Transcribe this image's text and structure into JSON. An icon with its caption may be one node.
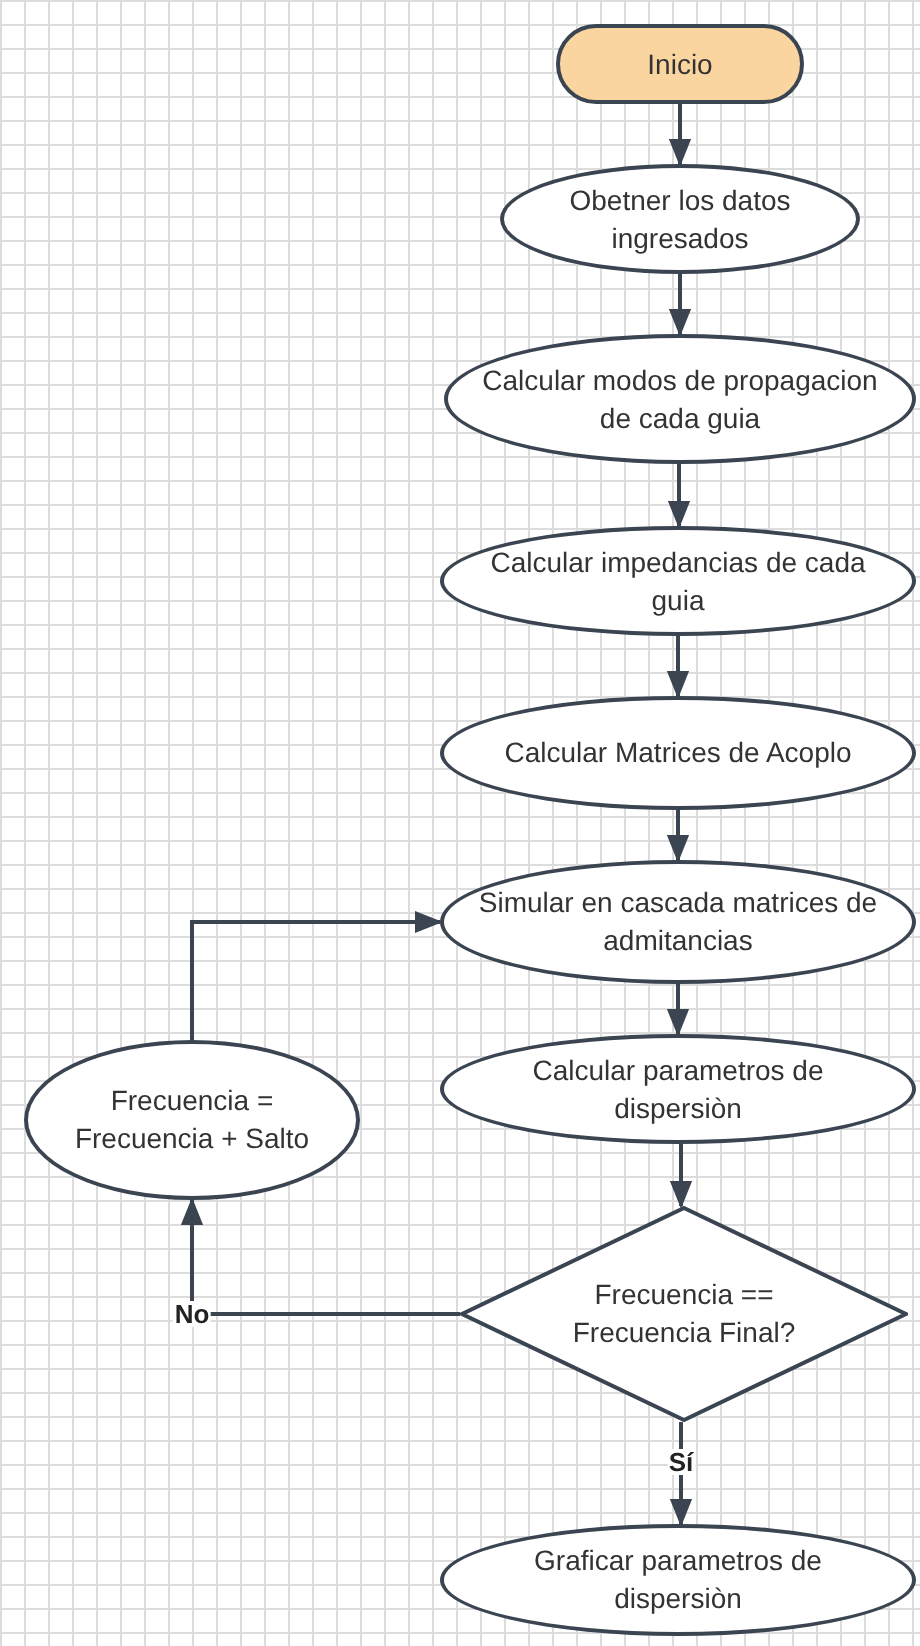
{
  "diagram": {
    "nodes": [
      {
        "text": [
          "Inicio"
        ]
      },
      {
        "text": [
          "Obetner los datos ingresados"
        ]
      },
      {
        "text": [
          "Calcular modos de propagacion de cada guia"
        ]
      },
      {
        "text": [
          "Calcular impedancias de cada guia"
        ]
      },
      {
        "text": [
          "Calcular Matrices de Acoplo"
        ]
      },
      {
        "text": [
          "Simular en cascada matrices de admitancias"
        ]
      },
      {
        "text": [
          "Calcular parametros de dispersiòn"
        ]
      },
      {
        "text": [
          "Frecuencia = Frecuencia + Salto"
        ]
      },
      {
        "text": [
          "Frecuencia == Frecuencia Final?"
        ]
      },
      {
        "text": [
          "Graficar parametros de dispersiòn"
        ]
      }
    ],
    "edges": [
      {
        "from": 0,
        "to": 1,
        "arrow": "to"
      },
      {
        "from": 1,
        "to": 2,
        "arrow": "to"
      },
      {
        "from": 2,
        "to": 3,
        "arrow": "to"
      },
      {
        "from": 3,
        "to": 4,
        "arrow": "to"
      },
      {
        "from": 4,
        "to": 5,
        "arrow": "to"
      },
      {
        "from": 5,
        "to": 6,
        "arrow": "to"
      },
      {
        "from": 6,
        "to": 8,
        "arrow": "to"
      },
      {
        "from": 8,
        "to": 7,
        "arrow": "to",
        "label": "No"
      },
      {
        "from": 7,
        "to": 5,
        "arrow": "to"
      },
      {
        "from": 8,
        "to": 9,
        "arrow": "to",
        "label": "Sí"
      }
    ]
  }
}
